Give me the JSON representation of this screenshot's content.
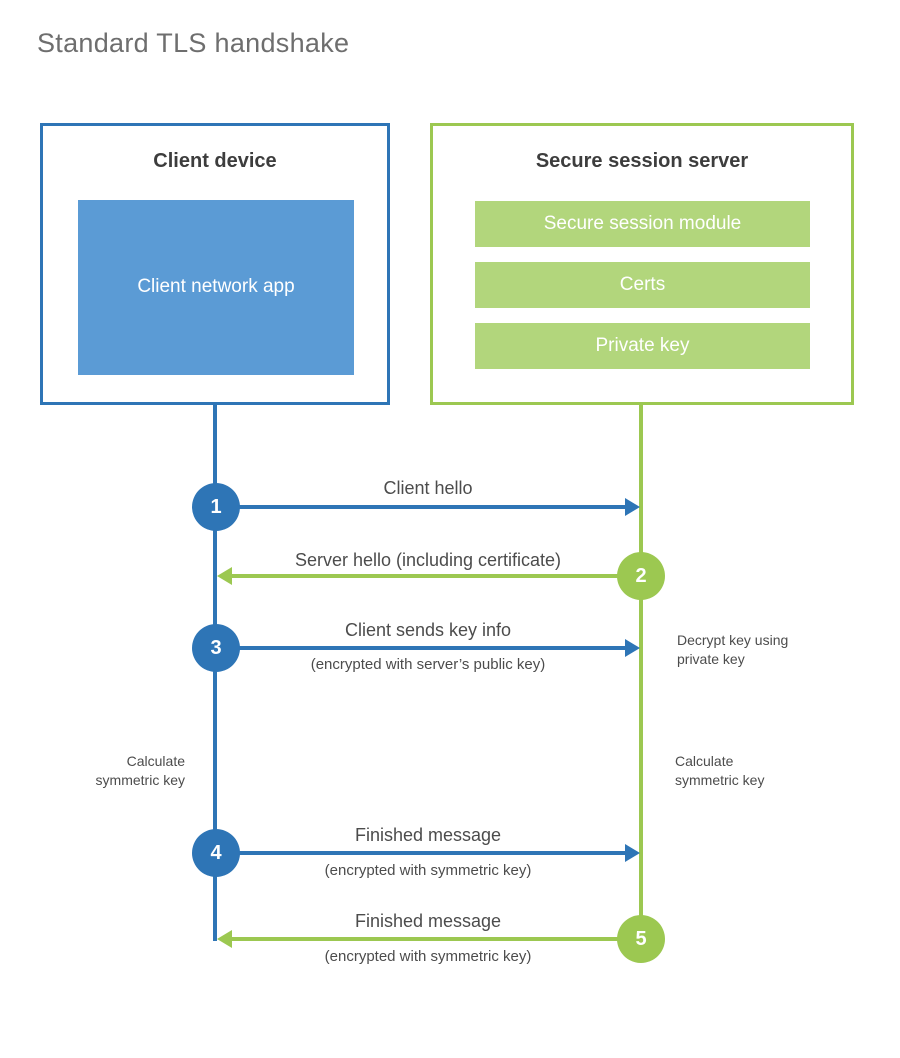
{
  "title": "Standard TLS handshake",
  "client": {
    "header": "Client device",
    "app": "Client network app"
  },
  "server": {
    "header": "Secure session server",
    "modules": [
      "Secure session module",
      "Certs",
      "Private key"
    ]
  },
  "messages": {
    "m1": {
      "num": "1",
      "label": "Client hello"
    },
    "m2": {
      "num": "2",
      "label": "Server hello (including certificate)"
    },
    "m3": {
      "num": "3",
      "label": "Client sends key info",
      "sublabel": "(encrypted with server’s public key)"
    },
    "m4": {
      "num": "4",
      "label": "Finished message",
      "sublabel": "(encrypted with symmetric key)"
    },
    "m5": {
      "num": "5",
      "label": "Finished message",
      "sublabel": "(encrypted with symmetric key)"
    }
  },
  "notes": {
    "decrypt": "Decrypt key using private key",
    "calc_client": "Calculate symmetric key",
    "calc_server": "Calculate symmetric key"
  },
  "colors": {
    "blue": "#2e75b6",
    "blue_fill": "#5b9bd5",
    "green": "#9cc851",
    "green_fill": "#b2d67c"
  }
}
